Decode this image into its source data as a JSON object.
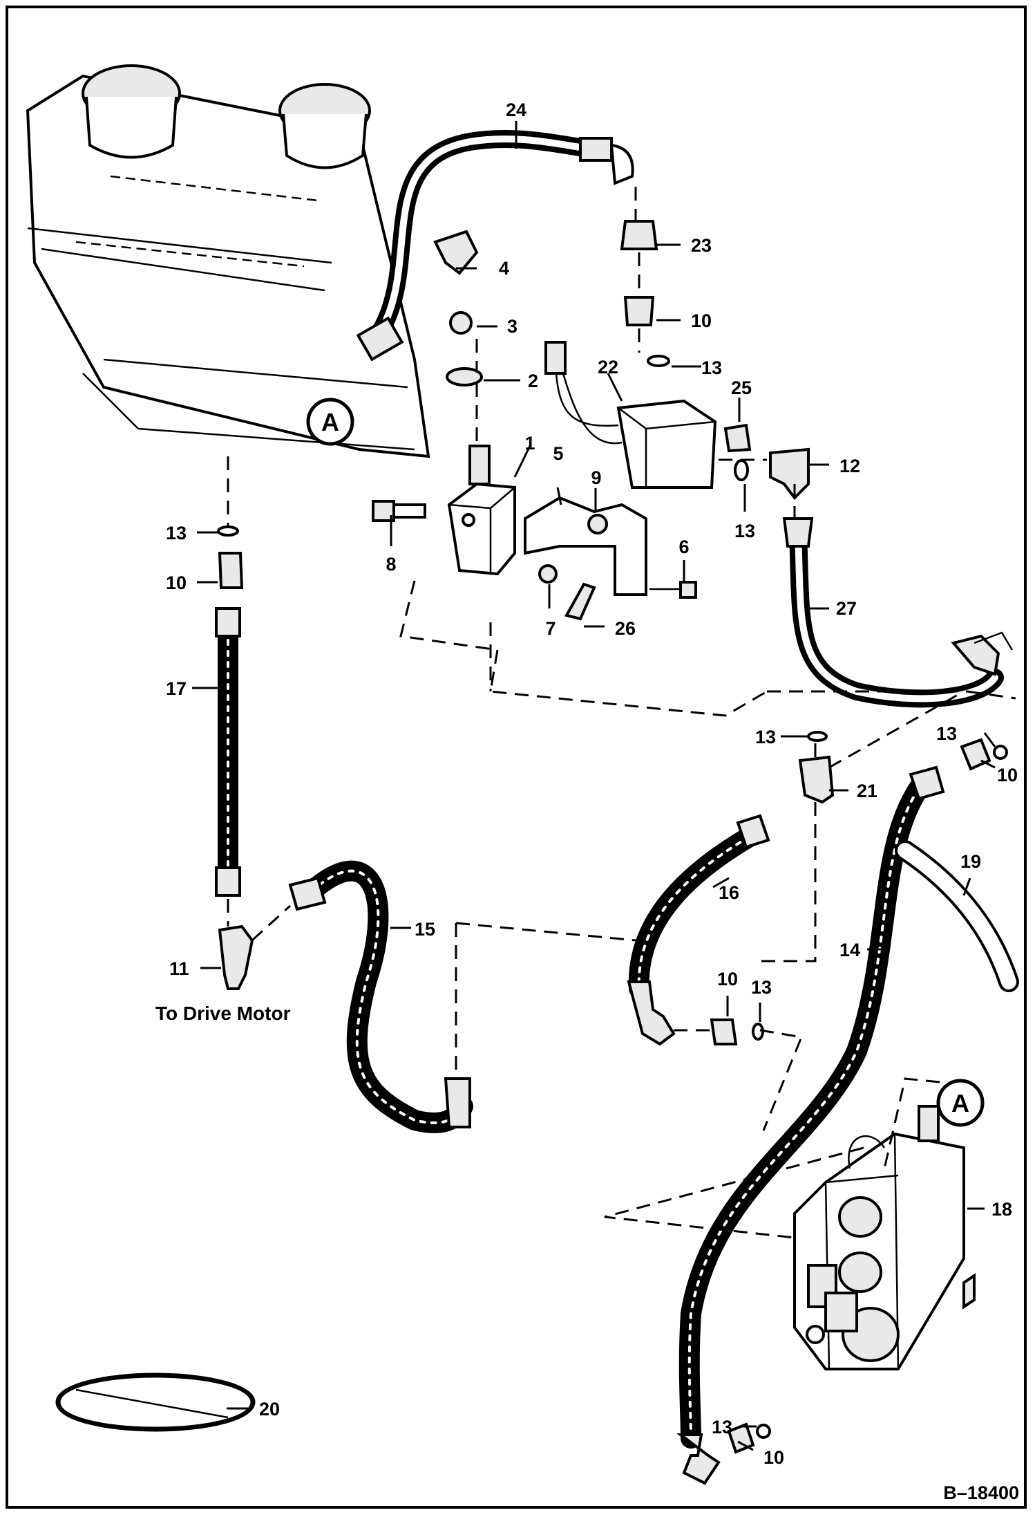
{
  "diagram": {
    "callouts": {
      "c1": "1",
      "c2": "2",
      "c3": "3",
      "c4": "4",
      "c5": "5",
      "c6": "6",
      "c7": "7",
      "c8": "8",
      "c9": "9",
      "c10a": "10",
      "c10b": "10",
      "c10c": "10",
      "c10d": "10",
      "c10e": "10",
      "c11": "11",
      "c12": "12",
      "c13a": "13",
      "c13b": "13",
      "c13c": "13",
      "c13d": "13",
      "c13e": "13",
      "c13f": "13",
      "c13g": "13",
      "c14": "14",
      "c15": "15",
      "c16": "16",
      "c17": "17",
      "c18": "18",
      "c19": "19",
      "c20": "20",
      "c21": "21",
      "c22": "22",
      "c23": "23",
      "c24": "24",
      "c25": "25",
      "c26": "26",
      "c27": "27"
    },
    "reference_marks": {
      "tank": "A",
      "valve": "A"
    },
    "captions": {
      "drive_motor": "To Drive Motor"
    },
    "figure_number": "B–18400"
  }
}
